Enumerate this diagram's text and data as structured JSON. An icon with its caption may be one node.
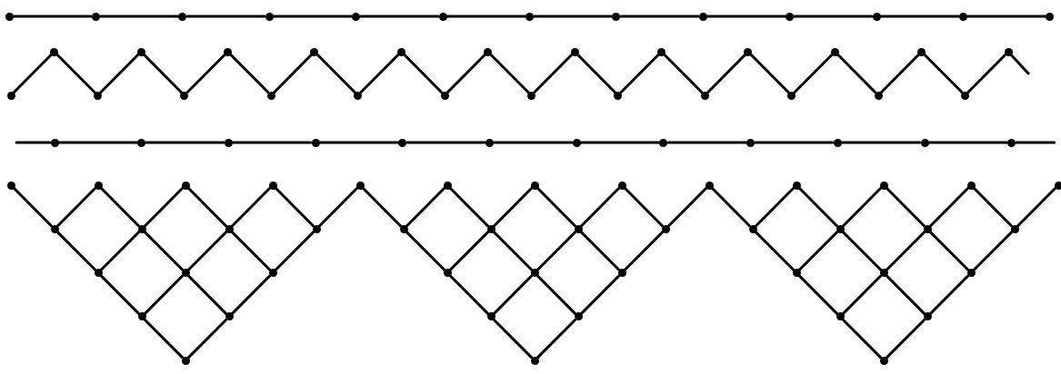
{
  "diagram": {
    "nodes": [
      {
        "text": [],
        "shape": "circle"
      },
      {
        "text": [],
        "shape": "circle"
      },
      {
        "text": [],
        "shape": "circle"
      },
      {
        "text": [],
        "shape": "circle"
      },
      {
        "text": [],
        "shape": "circle"
      },
      {
        "text": [],
        "shape": "circle"
      },
      {
        "text": [],
        "shape": "circle"
      },
      {
        "text": [],
        "shape": "circle"
      },
      {
        "text": [],
        "shape": "circle"
      },
      {
        "text": [],
        "shape": "circle"
      },
      {
        "text": [],
        "shape": "circle"
      },
      {
        "text": [],
        "shape": "circle"
      },
      {
        "text": [],
        "shape": "circle"
      },
      {
        "text": [],
        "shape": "circle"
      },
      {
        "text": [],
        "shape": "circle"
      },
      {
        "text": [],
        "shape": "circle"
      },
      {
        "text": [],
        "shape": "circle"
      },
      {
        "text": [],
        "shape": "circle"
      },
      {
        "text": [],
        "shape": "circle"
      },
      {
        "text": [],
        "shape": "circle"
      },
      {
        "text": [],
        "shape": "circle"
      },
      {
        "text": [],
        "shape": "circle"
      },
      {
        "text": [],
        "shape": "circle"
      },
      {
        "text": [],
        "shape": "circle"
      },
      {
        "text": [],
        "shape": "circle"
      },
      {
        "text": [],
        "shape": "circle"
      },
      {
        "text": [],
        "shape": "circle"
      },
      {
        "text": [],
        "shape": "circle"
      },
      {
        "text": [],
        "shape": "circle"
      },
      {
        "text": [],
        "shape": "circle"
      },
      {
        "text": [],
        "shape": "circle"
      },
      {
        "text": [],
        "shape": "circle"
      },
      {
        "text": [],
        "shape": "circle"
      },
      {
        "text": [],
        "shape": "circle"
      },
      {
        "text": [],
        "shape": "circle"
      },
      {
        "text": [],
        "shape": "circle"
      },
      {
        "text": [],
        "shape": "circle"
      },
      {
        "text": [],
        "shape": "circle"
      },
      {
        "text": [],
        "shape": "circle"
      },
      {
        "text": [],
        "shape": "circle"
      },
      {
        "text": [],
        "shape": "circle"
      },
      {
        "text": [],
        "shape": "circle"
      },
      {
        "text": [],
        "shape": "circle"
      },
      {
        "text": [],
        "shape": "circle"
      },
      {
        "text": [],
        "shape": "circle"
      },
      {
        "text": [],
        "shape": "circle"
      },
      {
        "text": [],
        "shape": "circle"
      },
      {
        "text": [],
        "shape": "circle"
      },
      {
        "text": [],
        "shape": "circle"
      },
      {
        "text": [],
        "shape": "circle"
      },
      {
        "text": [],
        "shape": "circle"
      },
      {
        "text": [],
        "shape": "circle"
      },
      {
        "text": [],
        "shape": "circle"
      },
      {
        "text": [],
        "shape": "circle"
      },
      {
        "text": [],
        "shape": "circle"
      },
      {
        "text": [],
        "shape": "circle"
      },
      {
        "text": [],
        "shape": "circle"
      },
      {
        "text": [],
        "shape": "circle"
      },
      {
        "text": [],
        "shape": "circle"
      },
      {
        "text": [],
        "shape": "circle"
      },
      {
        "text": [],
        "shape": "circle"
      },
      {
        "text": [],
        "shape": "circle"
      },
      {
        "text": [],
        "shape": "circle"
      },
      {
        "text": [],
        "shape": "circle"
      },
      {
        "text": [],
        "shape": "circle"
      },
      {
        "text": [],
        "shape": "circle"
      },
      {
        "text": [],
        "shape": "circle"
      },
      {
        "text": [],
        "shape": "circle"
      },
      {
        "text": [],
        "shape": "circle"
      },
      {
        "text": [],
        "shape": "circle"
      },
      {
        "text": [],
        "shape": "circle"
      },
      {
        "text": [],
        "shape": "circle"
      },
      {
        "text": [],
        "shape": "circle"
      },
      {
        "text": [],
        "shape": "circle"
      },
      {
        "text": [],
        "shape": "circle"
      },
      {
        "text": [],
        "shape": "circle"
      },
      {
        "text": [],
        "shape": "circle"
      },
      {
        "text": [],
        "shape": "circle"
      },
      {
        "text": [],
        "shape": "circle"
      },
      {
        "text": [],
        "shape": "circle"
      },
      {
        "text": [],
        "shape": "circle"
      },
      {
        "text": [],
        "shape": "circle"
      },
      {
        "text": [],
        "shape": "circle"
      },
      {
        "text": [],
        "shape": "circle"
      },
      {
        "text": [],
        "shape": "circle"
      },
      {
        "text": [],
        "shape": "circle"
      },
      {
        "text": [],
        "shape": "circle"
      },
      {
        "text": [],
        "shape": "circle"
      },
      {
        "text": [],
        "shape": "circle"
      },
      {
        "text": [],
        "shape": "circle"
      },
      {
        "text": [],
        "shape": "circle"
      },
      {
        "text": [],
        "shape": "circle"
      }
    ],
    "edges": [
      {
        "from": 0,
        "to": 1,
        "arrow": "none"
      },
      {
        "from": 1,
        "to": 2,
        "arrow": "none"
      },
      {
        "from": 2,
        "to": 3,
        "arrow": "none"
      },
      {
        "from": 3,
        "to": 4,
        "arrow": "none"
      },
      {
        "from": 4,
        "to": 5,
        "arrow": "none"
      },
      {
        "from": 5,
        "to": 6,
        "arrow": "none"
      },
      {
        "from": 6,
        "to": 7,
        "arrow": "none"
      },
      {
        "from": 7,
        "to": 8,
        "arrow": "none"
      },
      {
        "from": 8,
        "to": 9,
        "arrow": "none"
      },
      {
        "from": 9,
        "to": 10,
        "arrow": "none"
      },
      {
        "from": 10,
        "to": 11,
        "arrow": "none"
      },
      {
        "from": 11,
        "to": 12,
        "arrow": "none"
      },
      {
        "from": 13,
        "to": 14,
        "arrow": "none"
      },
      {
        "from": 14,
        "to": 15,
        "arrow": "none"
      },
      {
        "from": 15,
        "to": 16,
        "arrow": "none"
      },
      {
        "from": 16,
        "to": 17,
        "arrow": "none"
      },
      {
        "from": 17,
        "to": 18,
        "arrow": "none"
      },
      {
        "from": 18,
        "to": 19,
        "arrow": "none"
      },
      {
        "from": 19,
        "to": 20,
        "arrow": "none"
      },
      {
        "from": 20,
        "to": 21,
        "arrow": "none"
      },
      {
        "from": 21,
        "to": 22,
        "arrow": "none"
      },
      {
        "from": 22,
        "to": 23,
        "arrow": "none"
      },
      {
        "from": 23,
        "to": 24,
        "arrow": "none"
      },
      {
        "from": 24,
        "to": 25,
        "arrow": "none"
      },
      {
        "from": 25,
        "to": 26,
        "arrow": "none"
      },
      {
        "from": 26,
        "to": 27,
        "arrow": "none"
      },
      {
        "from": 27,
        "to": 28,
        "arrow": "none"
      },
      {
        "from": 28,
        "to": 29,
        "arrow": "none"
      },
      {
        "from": 29,
        "to": 30,
        "arrow": "none"
      },
      {
        "from": 30,
        "to": 31,
        "arrow": "none"
      },
      {
        "from": 31,
        "to": 32,
        "arrow": "none"
      },
      {
        "from": 32,
        "to": 33,
        "arrow": "none"
      },
      {
        "from": 33,
        "to": 34,
        "arrow": "none"
      },
      {
        "from": 34,
        "to": 35,
        "arrow": "none"
      },
      {
        "from": 35,
        "to": 36,
        "arrow": "none"
      },
      {
        "from": 36,
        "to": null,
        "arrow": "none"
      },
      {
        "from": null,
        "to": 37,
        "arrow": "none"
      },
      {
        "from": 37,
        "to": 38,
        "arrow": "none"
      },
      {
        "from": 38,
        "to": 39,
        "arrow": "none"
      },
      {
        "from": 39,
        "to": 40,
        "arrow": "none"
      },
      {
        "from": 40,
        "to": 41,
        "arrow": "none"
      },
      {
        "from": 41,
        "to": 42,
        "arrow": "none"
      },
      {
        "from": 42,
        "to": 43,
        "arrow": "none"
      },
      {
        "from": 43,
        "to": 44,
        "arrow": "none"
      },
      {
        "from": 44,
        "to": 45,
        "arrow": "none"
      },
      {
        "from": 45,
        "to": 46,
        "arrow": "none"
      },
      {
        "from": 46,
        "to": 47,
        "arrow": "none"
      },
      {
        "from": 47,
        "to": 48,
        "arrow": "none"
      },
      {
        "from": 48,
        "to": null,
        "arrow": "none"
      },
      {
        "from": 49,
        "to": 62,
        "arrow": "none"
      },
      {
        "from": 50,
        "to": 62,
        "arrow": "none"
      },
      {
        "from": 50,
        "to": 63,
        "arrow": "none"
      },
      {
        "from": 51,
        "to": 63,
        "arrow": "none"
      },
      {
        "from": 51,
        "to": 64,
        "arrow": "none"
      },
      {
        "from": 52,
        "to": 64,
        "arrow": "none"
      },
      {
        "from": 52,
        "to": 65,
        "arrow": "none"
      },
      {
        "from": 53,
        "to": 65,
        "arrow": "none"
      },
      {
        "from": 53,
        "to": 66,
        "arrow": "none"
      },
      {
        "from": 54,
        "to": 66,
        "arrow": "none"
      },
      {
        "from": 54,
        "to": 67,
        "arrow": "none"
      },
      {
        "from": 55,
        "to": 67,
        "arrow": "none"
      },
      {
        "from": 55,
        "to": 68,
        "arrow": "none"
      },
      {
        "from": 56,
        "to": 68,
        "arrow": "none"
      },
      {
        "from": 56,
        "to": 69,
        "arrow": "none"
      },
      {
        "from": 57,
        "to": 69,
        "arrow": "none"
      },
      {
        "from": 57,
        "to": 70,
        "arrow": "none"
      },
      {
        "from": 58,
        "to": 70,
        "arrow": "none"
      },
      {
        "from": 58,
        "to": 71,
        "arrow": "none"
      },
      {
        "from": 59,
        "to": 71,
        "arrow": "none"
      },
      {
        "from": 59,
        "to": 72,
        "arrow": "none"
      },
      {
        "from": 60,
        "to": 72,
        "arrow": "none"
      },
      {
        "from": 60,
        "to": 73,
        "arrow": "none"
      },
      {
        "from": 61,
        "to": 73,
        "arrow": "none"
      },
      {
        "from": 62,
        "to": 74,
        "arrow": "none"
      },
      {
        "from": 63,
        "to": 74,
        "arrow": "none"
      },
      {
        "from": 63,
        "to": 75,
        "arrow": "none"
      },
      {
        "from": 64,
        "to": 75,
        "arrow": "none"
      },
      {
        "from": 64,
        "to": 76,
        "arrow": "none"
      },
      {
        "from": 65,
        "to": 76,
        "arrow": "none"
      },
      {
        "from": 66,
        "to": 77,
        "arrow": "none"
      },
      {
        "from": 67,
        "to": 77,
        "arrow": "none"
      },
      {
        "from": 67,
        "to": 78,
        "arrow": "none"
      },
      {
        "from": 68,
        "to": 78,
        "arrow": "none"
      },
      {
        "from": 68,
        "to": 79,
        "arrow": "none"
      },
      {
        "from": 69,
        "to": 79,
        "arrow": "none"
      },
      {
        "from": 70,
        "to": 80,
        "arrow": "none"
      },
      {
        "from": 71,
        "to": 80,
        "arrow": "none"
      },
      {
        "from": 71,
        "to": 81,
        "arrow": "none"
      },
      {
        "from": 72,
        "to": 81,
        "arrow": "none"
      },
      {
        "from": 72,
        "to": 82,
        "arrow": "none"
      },
      {
        "from": 73,
        "to": 82,
        "arrow": "none"
      },
      {
        "from": 74,
        "to": 83,
        "arrow": "none"
      },
      {
        "from": 75,
        "to": 83,
        "arrow": "none"
      },
      {
        "from": 75,
        "to": 84,
        "arrow": "none"
      },
      {
        "from": 76,
        "to": 84,
        "arrow": "none"
      },
      {
        "from": 77,
        "to": 85,
        "arrow": "none"
      },
      {
        "from": 78,
        "to": 85,
        "arrow": "none"
      },
      {
        "from": 78,
        "to": 86,
        "arrow": "none"
      },
      {
        "from": 79,
        "to": 86,
        "arrow": "none"
      },
      {
        "from": 80,
        "to": 87,
        "arrow": "none"
      },
      {
        "from": 81,
        "to": 87,
        "arrow": "none"
      },
      {
        "from": 81,
        "to": 88,
        "arrow": "none"
      },
      {
        "from": 82,
        "to": 88,
        "arrow": "none"
      },
      {
        "from": 83,
        "to": 89,
        "arrow": "none"
      },
      {
        "from": 84,
        "to": 89,
        "arrow": "none"
      },
      {
        "from": 85,
        "to": 90,
        "arrow": "none"
      },
      {
        "from": 86,
        "to": 90,
        "arrow": "none"
      },
      {
        "from": 87,
        "to": 91,
        "arrow": "none"
      },
      {
        "from": 88,
        "to": 91,
        "arrow": "none"
      }
    ]
  }
}
